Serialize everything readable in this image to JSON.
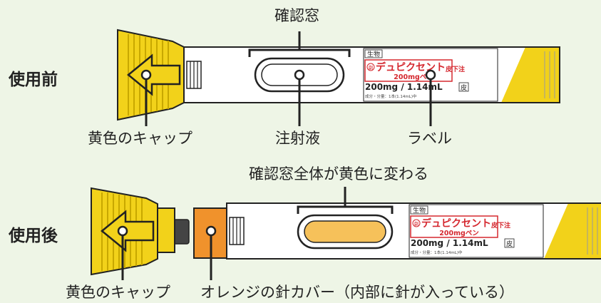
{
  "labels": {
    "before": "使用前",
    "after": "使用後",
    "window_before": "確認窓",
    "window_after": "確認窓全体が黄色に変わる",
    "yellow_cap_1": "黄色のキャップ",
    "yellow_cap_2": "黄色のキャップ",
    "solution": "注射液",
    "label": "ラベル",
    "needle_cover": "オレンジの針カバー（内部に針が入っている）"
  },
  "pen_label": {
    "category": "生物",
    "prefix": "劇",
    "product_name": "デュピクセント",
    "route": "皮下注",
    "sub_name": "200mgペン",
    "dose": "200mg / 1.14mL",
    "composition": "成分・分量：1本(1.14mL)中",
    "skin_mark": "皮"
  },
  "colors": {
    "background": "#eef5e6",
    "cap_yellow": "#f2d21a",
    "cap_dark": "#c8a800",
    "orange": "#f0922c",
    "window_yellow": "#f6c15a",
    "label_red": "#d5282f",
    "outline": "#222222"
  }
}
